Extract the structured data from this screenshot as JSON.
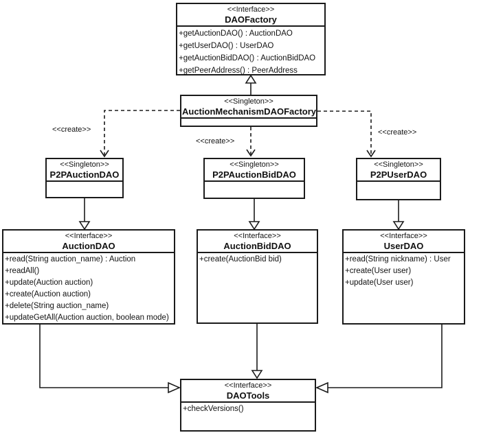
{
  "diagram_type": "uml-class-diagram",
  "colors": {
    "line": "#1a1a1a",
    "box_fill": "#ffffff",
    "background": "#ffffff",
    "text": "#111111"
  },
  "labels": {
    "create": "<<create>>"
  },
  "classes": {
    "dao_factory": {
      "stereotype": "<<Interface>>",
      "name": "DAOFactory",
      "methods": [
        "+getAuctionDAO() : AuctionDAO",
        "+getUserDAO() : UserDAO",
        "+getAuctionBidDAO() : AuctionBidDAO",
        "+getPeerAddress() : PeerAddress"
      ]
    },
    "auction_mechanism_dao_factory": {
      "stereotype": "<<Singleton>>",
      "name": "AuctionMechanismDAOFactory",
      "methods": []
    },
    "p2p_auction_dao": {
      "stereotype": "<<Singleton>>",
      "name": "P2PAuctionDAO",
      "methods": []
    },
    "p2p_auction_bid_dao": {
      "stereotype": "<<Singleton>>",
      "name": "P2PAuctionBidDAO",
      "methods": []
    },
    "p2p_user_dao": {
      "stereotype": "<<Singleton>>",
      "name": "P2PUserDAO",
      "methods": []
    },
    "auction_dao": {
      "stereotype": "<<Interface>>",
      "name": "AuctionDAO",
      "methods": [
        "+read(String auction_name) : Auction",
        "+readAll()",
        "+update(Auction auction)",
        "+create(Auction auction)",
        "+delete(String auction_name)",
        "+updateGetAll(Auction auction, boolean mode)"
      ]
    },
    "auction_bid_dao": {
      "stereotype": "<<Interface>>",
      "name": "AuctionBidDAO",
      "methods": [
        "+create(AuctionBid bid)"
      ]
    },
    "user_dao": {
      "stereotype": "<<Interface>>",
      "name": "UserDAO",
      "methods": [
        "+read(String nickname) : User",
        "+create(User user)",
        "+update(User user)"
      ]
    },
    "dao_tools": {
      "stereotype": "<<Interface>>",
      "name": "DAOTools",
      "methods": [
        "+checkVersions()"
      ]
    }
  },
  "relationships": [
    {
      "from": "AuctionMechanismDAOFactory",
      "to": "DAOFactory",
      "type": "generalization"
    },
    {
      "from": "AuctionMechanismDAOFactory",
      "to": "P2PAuctionDAO",
      "type": "dependency",
      "label": "<<create>>"
    },
    {
      "from": "AuctionMechanismDAOFactory",
      "to": "P2PAuctionBidDAO",
      "type": "dependency",
      "label": "<<create>>"
    },
    {
      "from": "AuctionMechanismDAOFactory",
      "to": "P2PUserDAO",
      "type": "dependency",
      "label": "<<create>>"
    },
    {
      "from": "P2PAuctionDAO",
      "to": "AuctionDAO",
      "type": "generalization"
    },
    {
      "from": "P2PAuctionBidDAO",
      "to": "AuctionBidDAO",
      "type": "generalization"
    },
    {
      "from": "P2PUserDAO",
      "to": "UserDAO",
      "type": "generalization"
    },
    {
      "from": "AuctionDAO",
      "to": "DAOTools",
      "type": "generalization"
    },
    {
      "from": "AuctionBidDAO",
      "to": "DAOTools",
      "type": "generalization"
    },
    {
      "from": "UserDAO",
      "to": "DAOTools",
      "type": "generalization"
    }
  ]
}
